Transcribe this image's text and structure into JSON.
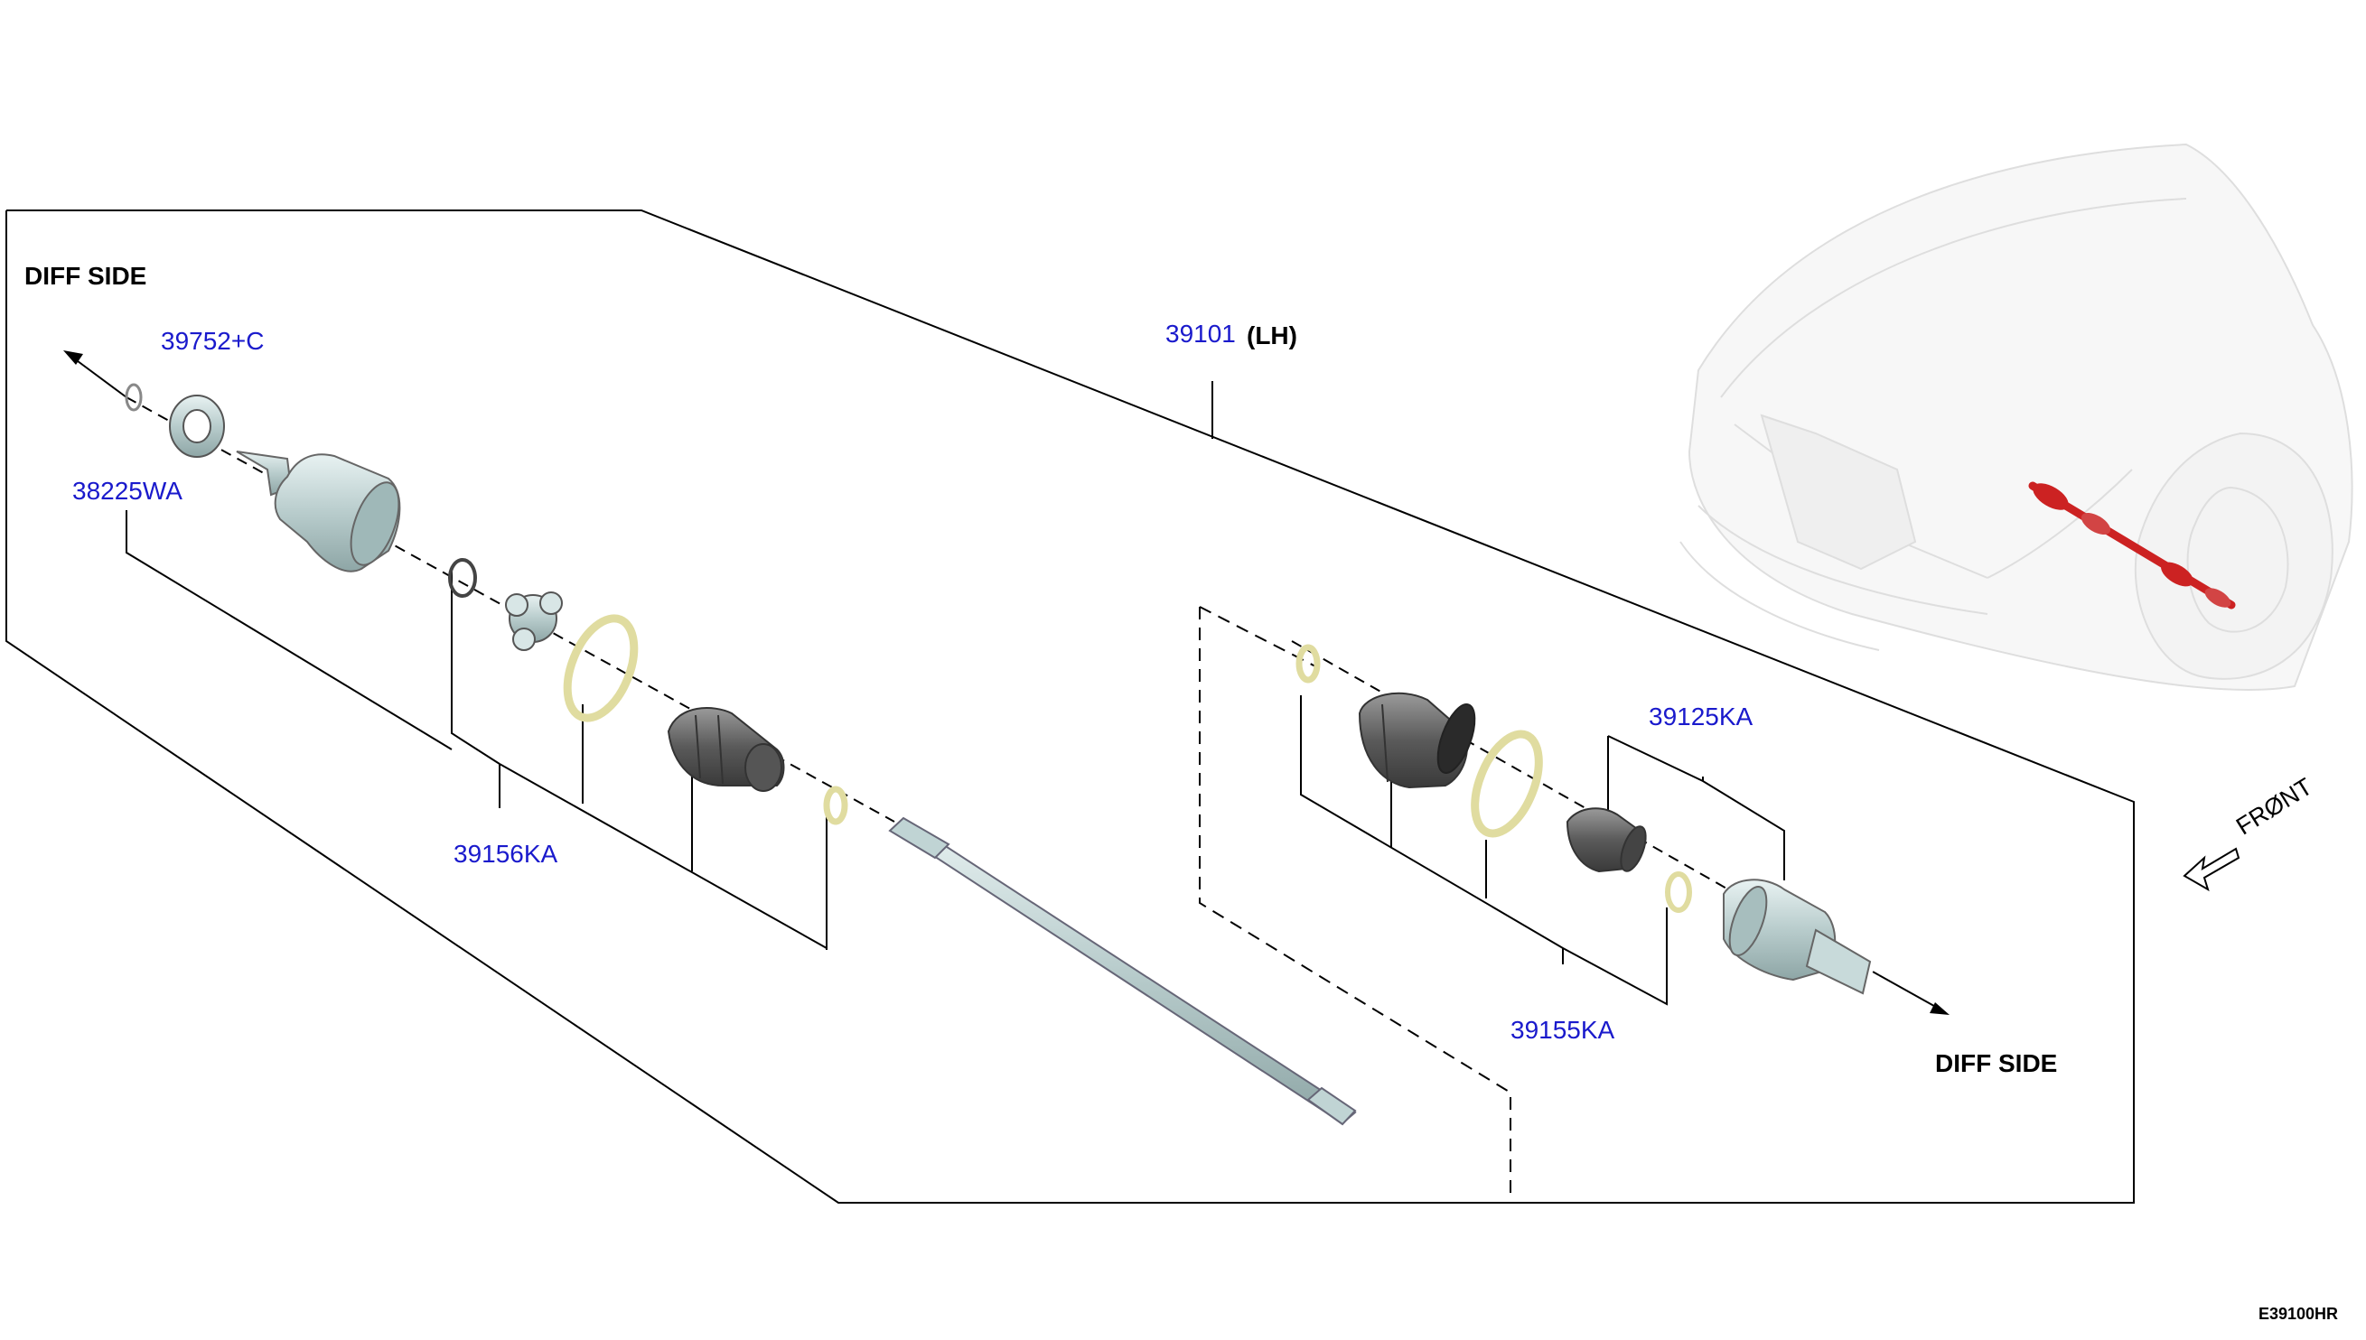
{
  "labels": {
    "diff_side_left": "DIFF SIDE",
    "diff_side_right": "DIFF SIDE",
    "assembly_number": "39101",
    "assembly_side": "(LH)",
    "front": "FRØNT",
    "diagram_code": "E39100HR"
  },
  "part_numbers": {
    "p39752": "39752+C",
    "p38225": "38225WA",
    "p39156": "39156KA",
    "p39125": "39125KA",
    "p39155": "39155KA"
  },
  "colors": {
    "lines": "#000000",
    "part_number_text": "#1a1acc",
    "component_fill": "#c9dede",
    "boot_fill": "#6b6b6b",
    "band_fill": "#e8e4b0",
    "highlight_shaft": "#cc2222"
  }
}
